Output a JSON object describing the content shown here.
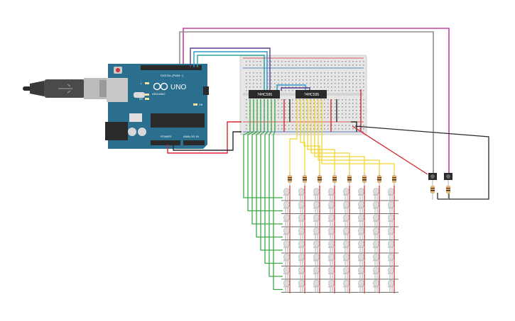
{
  "board": {
    "brand": "ARDUINO",
    "model": "UNO",
    "header_digital": "DIGITAL (PWM ~)",
    "header_power": "POWER",
    "header_analog": "ANALOG IN",
    "led_on": "ON",
    "led_tx": "TX",
    "led_rx": "RX",
    "led_l": "L"
  },
  "chips": [
    {
      "label": "74HC595"
    },
    {
      "label": "74HC595"
    }
  ],
  "matrix": {
    "rows": 8,
    "cols": 8
  },
  "buttons": {
    "count": 2
  },
  "colors": {
    "board": "#2b6f8f",
    "breadboard": "#e6e6e6",
    "wire_green": "#3aa846",
    "wire_yellow": "#f1d531",
    "wire_red": "#d8262e",
    "wire_black": "#2a2a2a",
    "wire_magenta": "#c2409c",
    "wire_gray": "#8f8f8f",
    "wire_blue": "#2c98c9",
    "wire_purple": "#5a3c8f",
    "chip": "#2a2a2a"
  }
}
